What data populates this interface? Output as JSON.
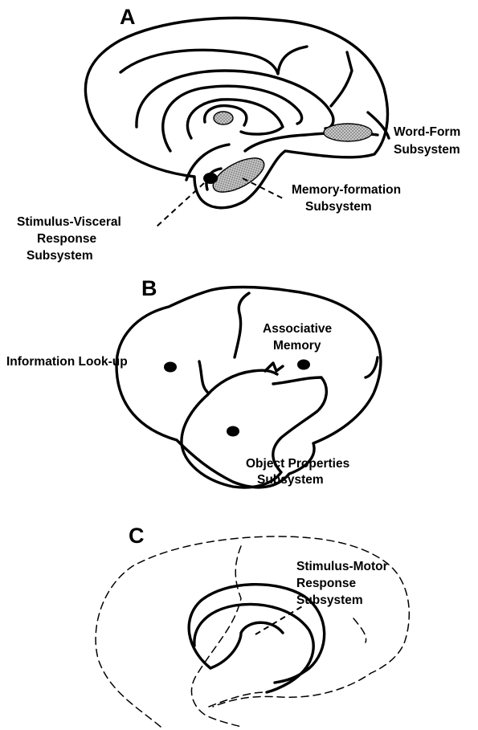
{
  "panels": {
    "a": {
      "letter": "A",
      "labels": {
        "word_form_1": "Word-Form",
        "word_form_2": "Subsystem",
        "memory_formation_1": "Memory-formation",
        "memory_formation_2": "Subsystem",
        "stimulus_visceral_1": "Stimulus-Visceral",
        "stimulus_visceral_2": "Response",
        "stimulus_visceral_3": "Subsystem"
      }
    },
    "b": {
      "letter": "B",
      "labels": {
        "information_lookup": "Information Look-up",
        "associative_memory_1": "Associative",
        "associative_memory_2": "Memory",
        "object_properties_1": "Object Properties",
        "object_properties_2": "Subsystem"
      }
    },
    "c": {
      "letter": "C",
      "labels": {
        "stimulus_motor_1": "Stimulus-Motor",
        "stimulus_motor_2": "Response",
        "stimulus_motor_3": "Subsystem"
      }
    }
  },
  "colors": {
    "ink": "#000000",
    "region_fill": "#b8b8b8",
    "background": "#ffffff"
  }
}
